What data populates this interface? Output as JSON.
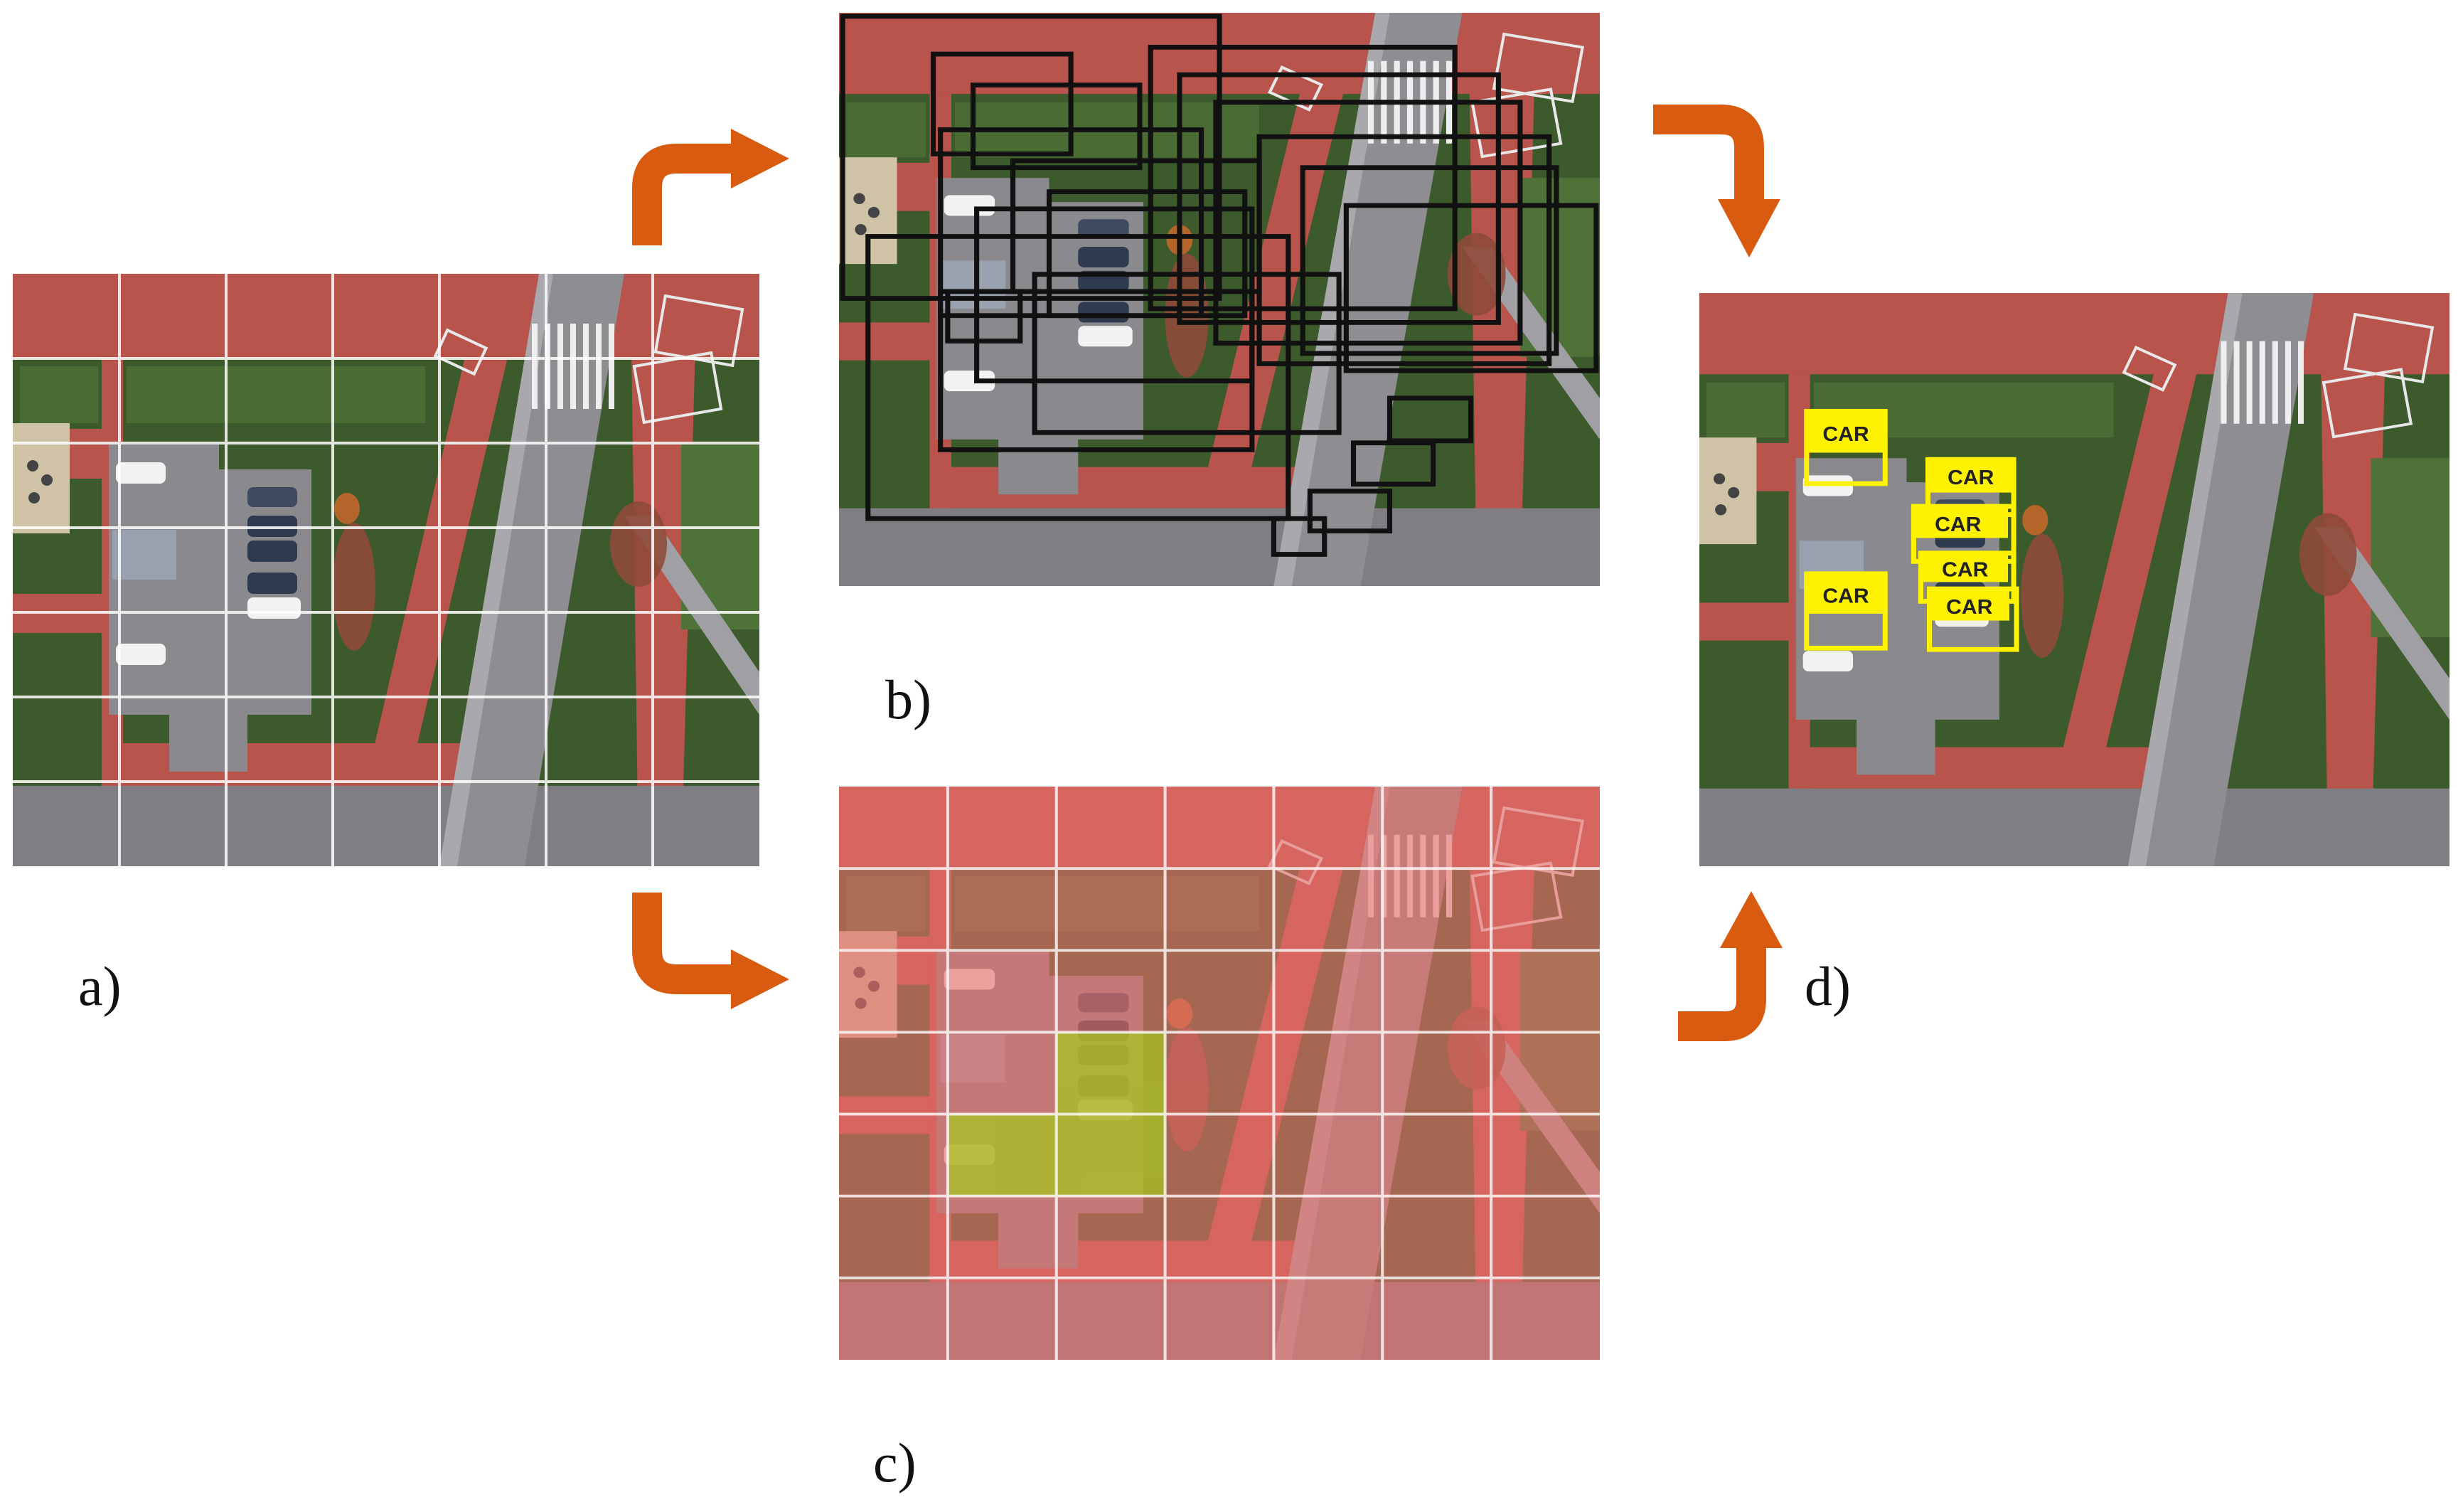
{
  "labels": {
    "a": "a)",
    "b": "b)",
    "c": "c)",
    "d": "d)"
  },
  "detections": {
    "tag": "CAR",
    "count": 6
  },
  "grid": {
    "cols": 7,
    "rows": 7
  },
  "colors": {
    "arrow": "#D95B10",
    "grid": "#FFFFFF",
    "box": "#111111",
    "detection": "#FFF200",
    "overlay_bg": "#E8706A",
    "overlay_hit": "#A5C81E",
    "asphalt": "#8A8A8E",
    "path": "#B8544C",
    "grass": "#3C5A2C"
  }
}
